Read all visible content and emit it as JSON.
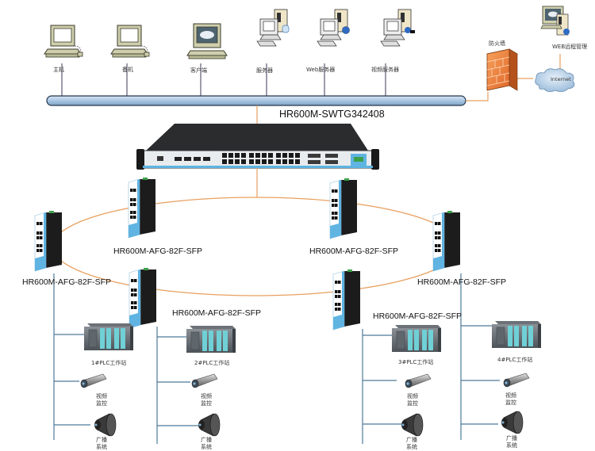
{
  "top_nodes": [
    {
      "id": "host",
      "label": "主机",
      "kind": "pc"
    },
    {
      "id": "backup",
      "label": "备机",
      "kind": "pc"
    },
    {
      "id": "client",
      "label": "客户端",
      "kind": "pc-cloud"
    },
    {
      "id": "server",
      "label": "服务器",
      "kind": "server-db"
    },
    {
      "id": "web-server",
      "label": "Web服务器",
      "kind": "server-globe"
    },
    {
      "id": "video-server",
      "label": "视频服务器",
      "kind": "server-cam"
    }
  ],
  "firewall": {
    "label": "防火墙"
  },
  "internet": {
    "label": "Internet"
  },
  "remote": {
    "label": "WEB远程管理"
  },
  "core_switch": {
    "model": "HR600M-SWTG342408"
  },
  "ring_switches": [
    {
      "id": "sw1",
      "model": "HR600M-AFG-82F-SFP"
    },
    {
      "id": "sw2",
      "model": "HR600M-AFG-82F-SFP"
    },
    {
      "id": "sw3",
      "model": "HR600M-AFG-82F-SFP"
    },
    {
      "id": "sw4",
      "model": "HR600M-AFG-82F-SFP"
    },
    {
      "id": "sw5",
      "model": "HR600M-AFG-82F-SFP"
    },
    {
      "id": "sw6",
      "model": "HR600M-AFG-82F-SFP"
    }
  ],
  "field_groups": [
    {
      "plc": "1#PLC工作站",
      "camera": "视频监控",
      "speaker": "广播系统"
    },
    {
      "plc": "2#PLC工作站",
      "camera": "视频监控",
      "speaker": "广播系统"
    },
    {
      "plc": "3#PLC工作站",
      "camera": "视频监控",
      "speaker": "广播系统"
    },
    {
      "plc": "4#PLC工作站",
      "camera": "视频监控",
      "speaker": "广播系统"
    }
  ],
  "colors": {
    "bus_fill": "#a9c6e2",
    "bus_stroke": "#27364a",
    "ring_line": "#e8a060",
    "field_line": "#4e7a99",
    "drop_line": "#3a3a5a"
  }
}
